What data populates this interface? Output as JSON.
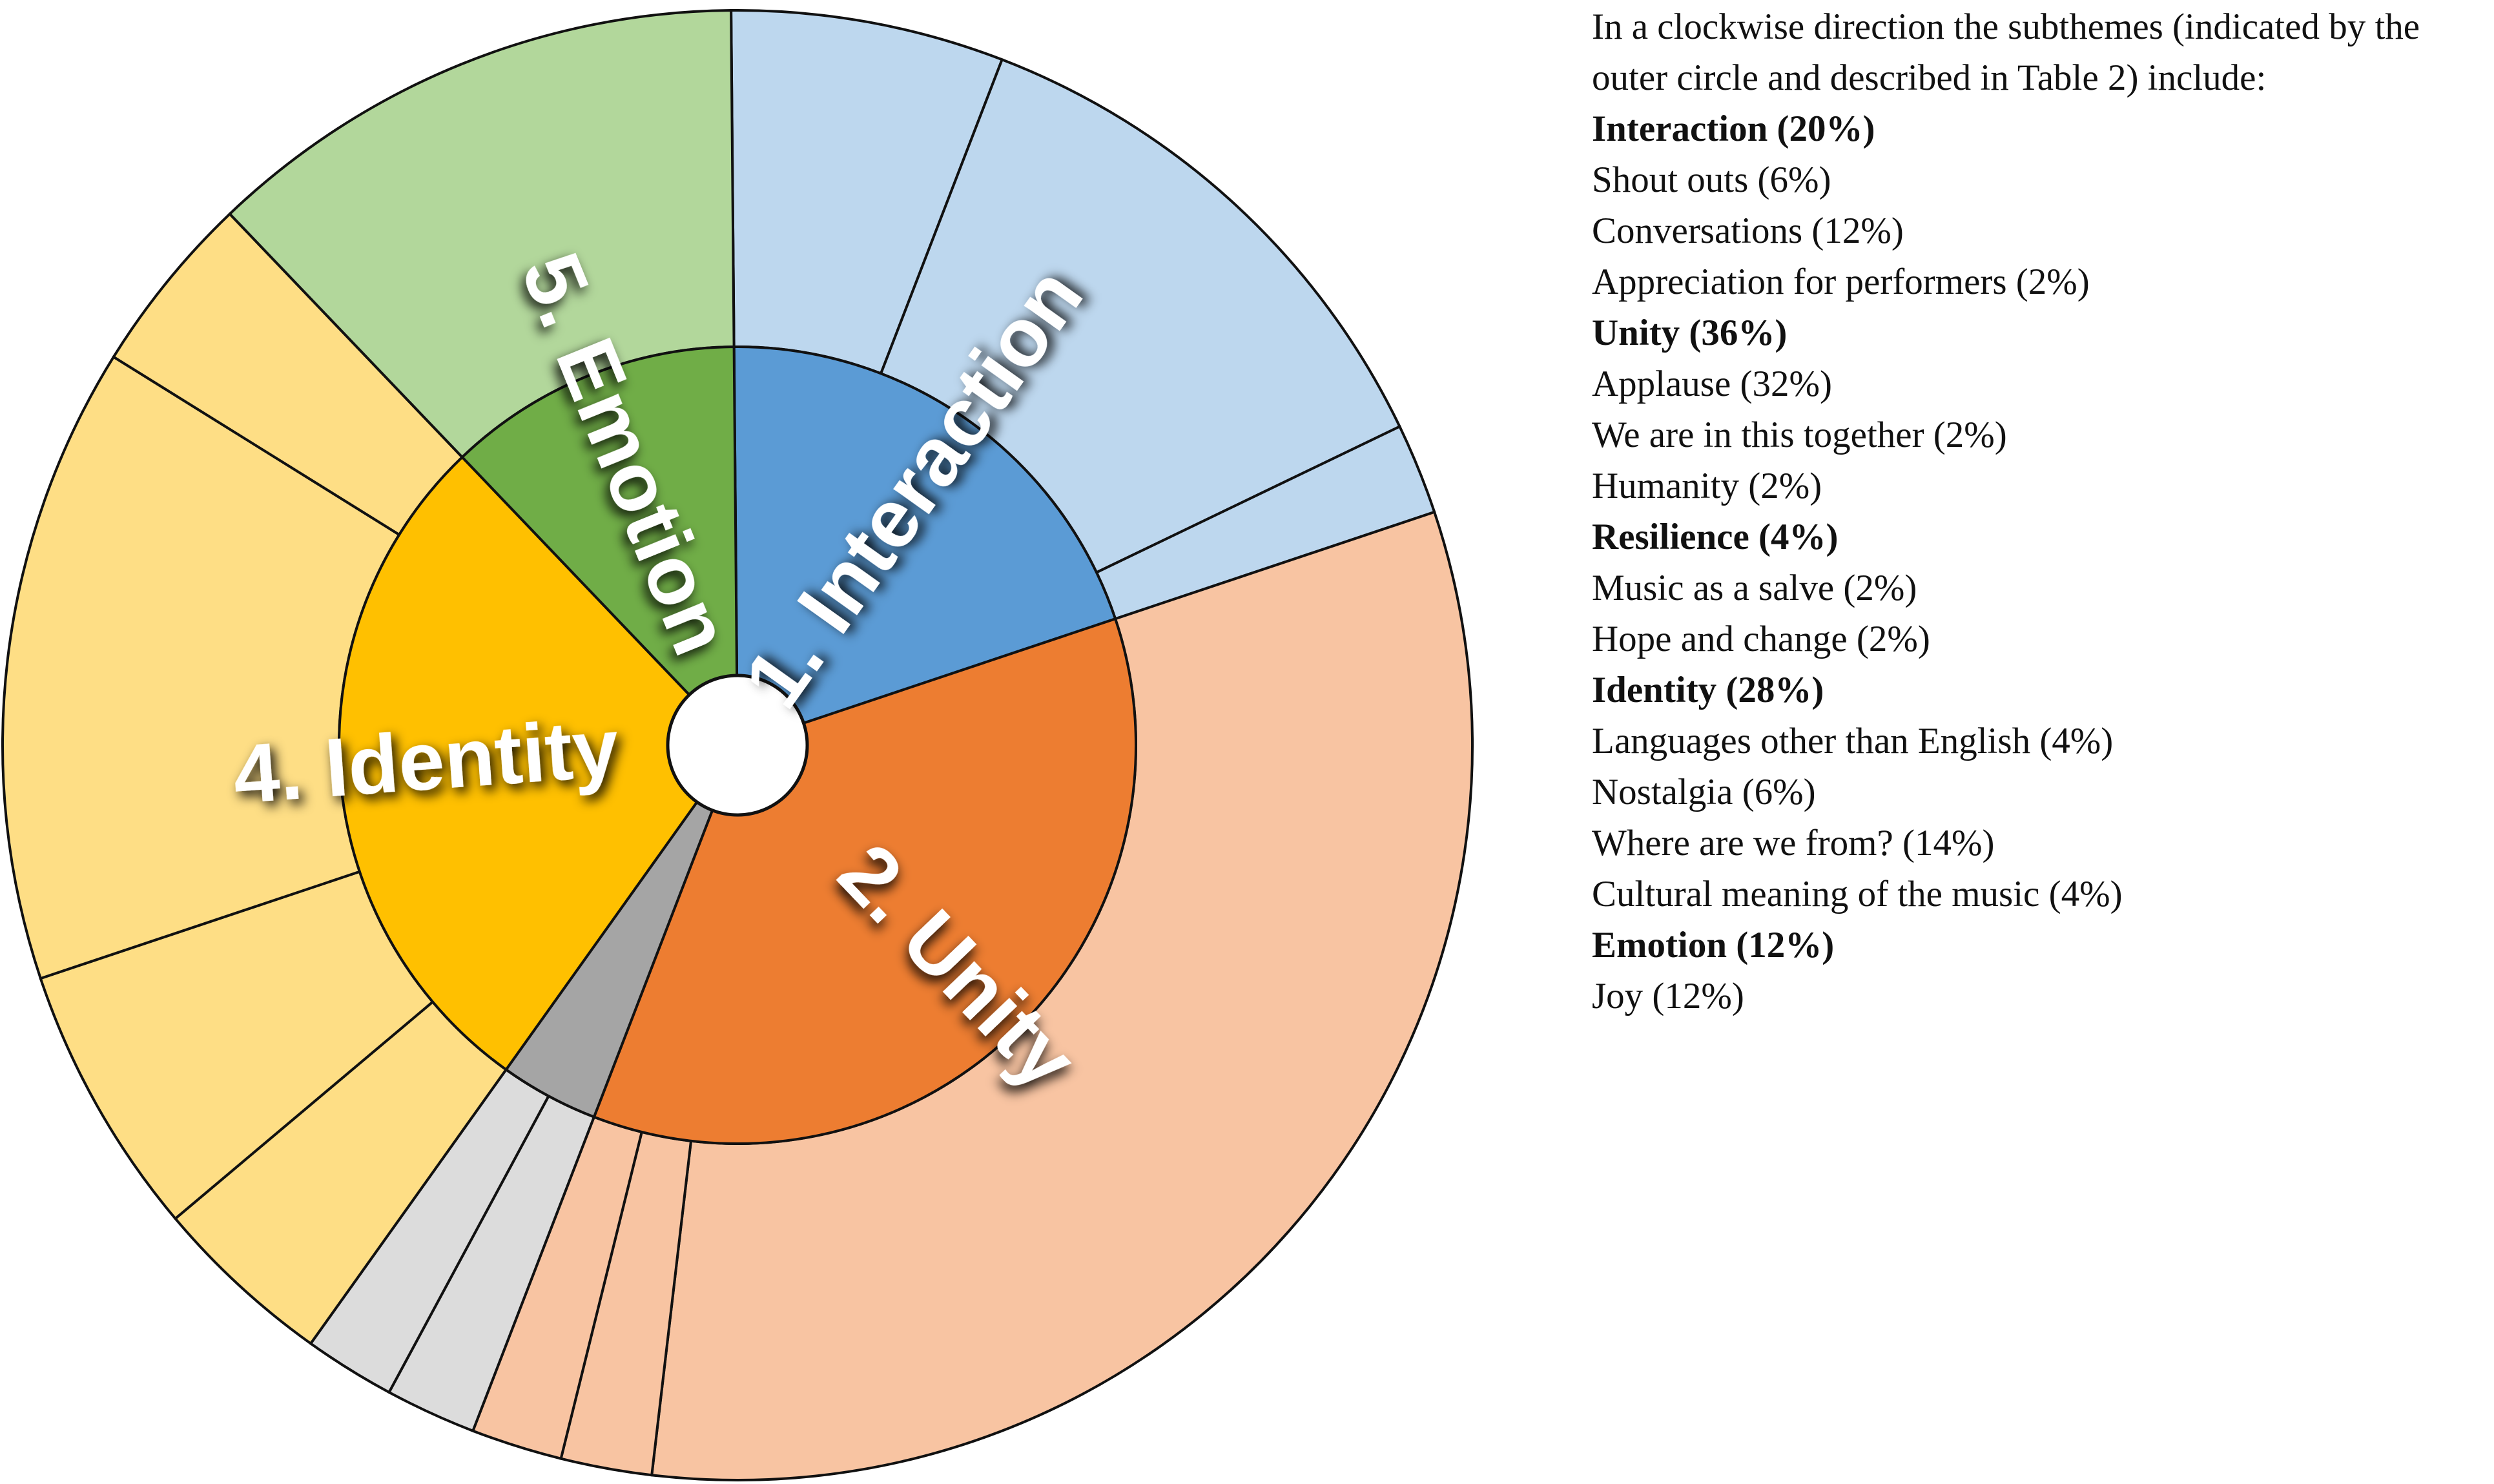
{
  "colors": {
    "interaction_inner": "#5B9BD5",
    "interaction_outer": "#BDD7EE",
    "unity_inner": "#ED7D31",
    "unity_outer": "#F8C4A2",
    "resilience_inner": "#A5A5A5",
    "resilience_outer": "#DCDCDC",
    "identity_inner": "#FFC000",
    "identity_outer": "#FEDE85",
    "emotion_inner": "#70AD47",
    "emotion_outer": "#B2D79B",
    "border": "#111111",
    "label_shadow": "#000000"
  },
  "chart_data": {
    "type": "pie",
    "subtype": "sunburst",
    "direction": "clockwise",
    "start_angle": "12 o'clock",
    "themes": [
      {
        "label": "1. Interaction",
        "value": 20,
        "color": "#5B9BD5",
        "subthemes": [
          {
            "name": "Shout outs",
            "value": 6,
            "color": "#BDD7EE"
          },
          {
            "name": "Conversations",
            "value": 12,
            "color": "#BDD7EE"
          },
          {
            "name": "Appreciation for performers",
            "value": 2,
            "color": "#BDD7EE"
          }
        ]
      },
      {
        "label": "2. Unity",
        "value": 36,
        "color": "#ED7D31",
        "subthemes": [
          {
            "name": "Applause",
            "value": 32,
            "color": "#F8C4A2"
          },
          {
            "name": "We are in this together",
            "value": 2,
            "color": "#F8C4A2"
          },
          {
            "name": "Humanity",
            "value": 2,
            "color": "#F8C4A2"
          }
        ]
      },
      {
        "label": "",
        "value": 4,
        "color": "#A5A5A5",
        "subthemes": [
          {
            "name": "Music as a salve",
            "value": 2,
            "color": "#DCDCDC"
          },
          {
            "name": "Hope and change",
            "value": 2,
            "color": "#DCDCDC"
          }
        ]
      },
      {
        "label": "4. Identity",
        "value": 28,
        "color": "#FFC000",
        "subthemes": [
          {
            "name": "Languages other than English",
            "value": 4,
            "color": "#FEDE85"
          },
          {
            "name": "Nostalgia",
            "value": 6,
            "color": "#FEDE85"
          },
          {
            "name": "Where are we from?",
            "value": 14,
            "color": "#FEDE85"
          },
          {
            "name": "Cultural meaning of the music",
            "value": 4,
            "color": "#FEDE85"
          }
        ]
      },
      {
        "label": "5. Emotion",
        "value": 12,
        "color": "#70AD47",
        "subthemes": [
          {
            "name": "Joy",
            "value": 12,
            "color": "#B2D79B"
          }
        ]
      }
    ]
  },
  "legend": {
    "intro": "In a clockwise direction the subthemes (indicated by the outer circle and described in Table 2) include:",
    "lines": [
      {
        "text": "Interaction (20%)",
        "bold": true
      },
      {
        "text": "Shout outs (6%)",
        "bold": false
      },
      {
        "text": "Conversations (12%)",
        "bold": false
      },
      {
        "text": "Appreciation for performers (2%)",
        "bold": false
      },
      {
        "text": "Unity (36%)",
        "bold": true
      },
      {
        "text": "Applause (32%)",
        "bold": false
      },
      {
        "text": "We are in this together (2%)",
        "bold": false
      },
      {
        "text": "Humanity (2%)",
        "bold": false
      },
      {
        "text": "Resilience (4%)",
        "bold": true
      },
      {
        "text": "Music as a salve (2%)",
        "bold": false
      },
      {
        "text": "Hope and change (2%)",
        "bold": false
      },
      {
        "text": "Identity (28%)",
        "bold": true
      },
      {
        "text": "Languages other than English (4%)",
        "bold": false
      },
      {
        "text": "Nostalgia (6%)",
        "bold": false
      },
      {
        "text": "Where are we from? (14%)",
        "bold": false
      },
      {
        "text": "Cultural meaning of the music (4%)",
        "bold": false
      },
      {
        "text": "Emotion (12%)",
        "bold": true
      },
      {
        "text": "Joy (12%)",
        "bold": false
      }
    ]
  }
}
